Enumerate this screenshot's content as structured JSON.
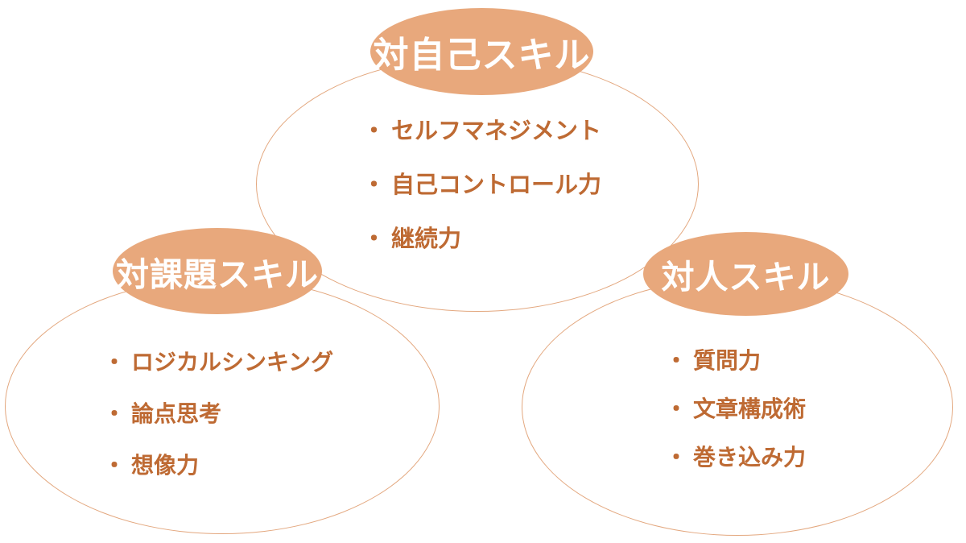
{
  "diagram": {
    "bullet_char": "・",
    "colors": {
      "badge_fill": "#e8a87c",
      "ellipse_outline": "#e3a77e",
      "item_text": "#be6a33",
      "badge_text": "#ffffff",
      "background": "#ffffff"
    },
    "groups": [
      {
        "label": "対自己スキル",
        "items": [
          "セルフマネジメント",
          "自己コントロール力",
          "継続力"
        ]
      },
      {
        "label": "対課題スキル",
        "items": [
          "ロジカルシンキング",
          "論点思考",
          "想像力"
        ]
      },
      {
        "label": "対人スキル",
        "items": [
          "質問力",
          "文章構成術",
          "巻き込み力"
        ]
      }
    ]
  }
}
